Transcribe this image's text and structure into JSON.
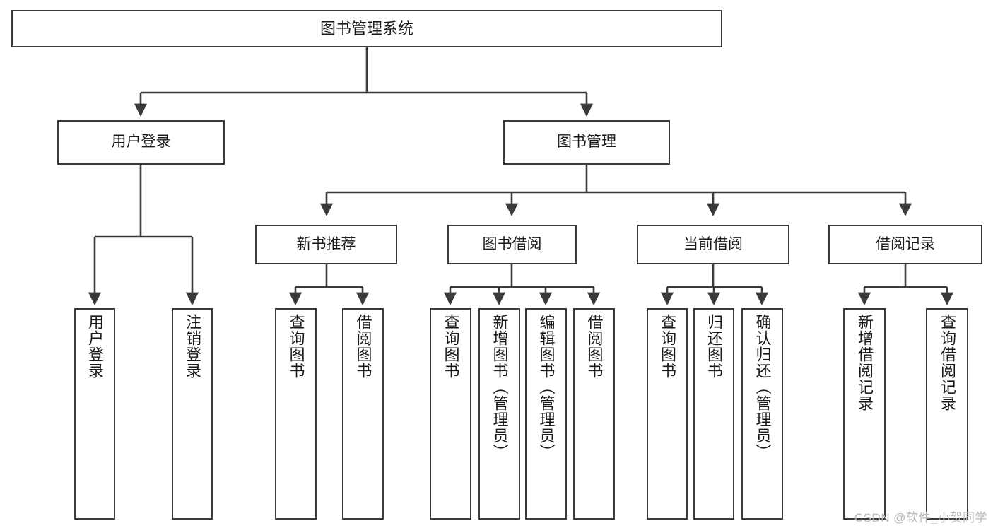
{
  "diagram": {
    "title": "图书管理系统",
    "watermark": "CSDN @软件_小贺同学",
    "colors": {
      "background": "#ffffff",
      "stroke": "#3a3a3a",
      "text": "#1a1a1a",
      "watermark": "#b9b9b9"
    },
    "levels": {
      "root": {
        "label": "图书管理系统"
      },
      "level2": [
        {
          "label": "用户登录"
        },
        {
          "label": "图书管理"
        }
      ],
      "level3": [
        {
          "label": "新书推荐"
        },
        {
          "label": "图书借阅"
        },
        {
          "label": "当前借阅"
        },
        {
          "label": "借阅记录"
        }
      ],
      "leaves": [
        {
          "label": "用户登录",
          "parent": "用户登录"
        },
        {
          "label": "注销登录",
          "parent": "用户登录"
        },
        {
          "label": "查询图书",
          "parent": "新书推荐"
        },
        {
          "label": "借阅图书",
          "parent": "新书推荐"
        },
        {
          "label": "查询图书",
          "parent": "图书借阅"
        },
        {
          "label": "新增图书（管理员）",
          "parent": "图书借阅"
        },
        {
          "label": "编辑图书（管理员）",
          "parent": "图书借阅"
        },
        {
          "label": "借阅图书",
          "parent": "图书借阅"
        },
        {
          "label": "查询图书",
          "parent": "当前借阅"
        },
        {
          "label": "归还图书",
          "parent": "当前借阅"
        },
        {
          "label": "确认归还（管理员）",
          "parent": "当前借阅"
        },
        {
          "label": "新增借阅记录",
          "parent": "借阅记录"
        },
        {
          "label": "查询借阅记录",
          "parent": "借阅记录"
        }
      ]
    }
  }
}
